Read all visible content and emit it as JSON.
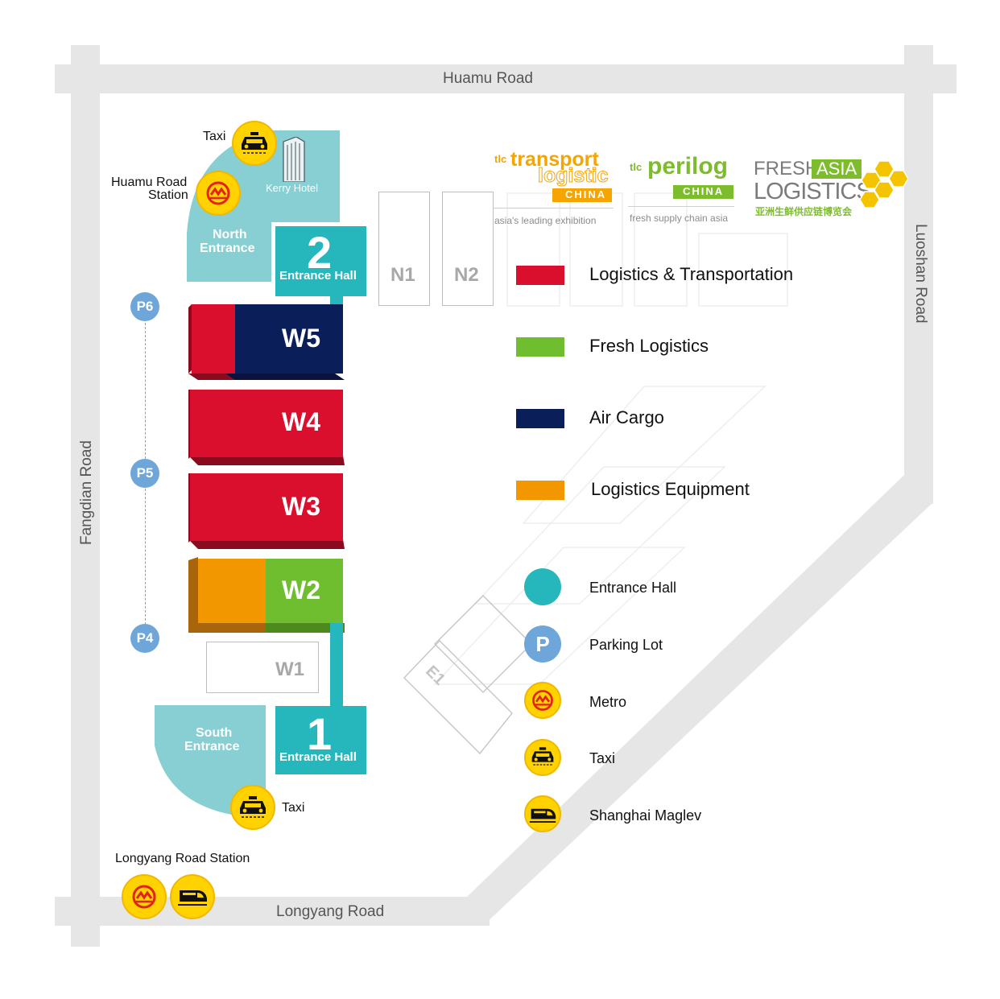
{
  "roads": {
    "north": "Huamu Road",
    "west": "Fangdian Road",
    "east": "Luoshan Road",
    "south": "Longyang Road"
  },
  "north_area": {
    "taxi_label": "Taxi",
    "metro_label_line1": "Huamu Road",
    "metro_label_line2": "Station",
    "hotel_label": "Kerry Hotel",
    "entrance_line1": "North",
    "entrance_line2": "Entrance"
  },
  "entrance_halls": [
    {
      "number": "2",
      "label": "Entrance Hall"
    },
    {
      "number": "1",
      "label": "Entrance Hall"
    }
  ],
  "south_area": {
    "entrance_line1": "South",
    "entrance_line2": "Entrance",
    "taxi_label": "Taxi",
    "station_label": "Longyang Road Station"
  },
  "halls": {
    "w5": "W5",
    "w4": "W4",
    "w3": "W3",
    "w2": "W2",
    "w1": "W1",
    "n1": "N1",
    "n2": "N2",
    "e1": "E1"
  },
  "parking": [
    "P6",
    "P5",
    "P4"
  ],
  "logos": {
    "transport_prefix": "tlc",
    "transport_word1": "transport",
    "transport_word2": "logistic",
    "transport_china": "CHINA",
    "transport_sub": "asia's leading exhibition",
    "perilog_prefix": "tlc",
    "perilog_word": "perilog",
    "perilog_china": "CHINA",
    "perilog_sub": "fresh supply chain asia",
    "fresh_word1": "FRESH",
    "fresh_word2": "ASIA",
    "fresh_word3": "LOGISTICS",
    "fresh_cn": "亚洲生鲜供应链博览会"
  },
  "legend": {
    "categories": [
      {
        "label": "Logistics & Transportation",
        "color": "#d90f2d"
      },
      {
        "label": "Fresh Logistics",
        "color": "#6fbe30"
      },
      {
        "label": "Air Cargo",
        "color": "#0a1e5a"
      },
      {
        "label": "Logistics Equipment",
        "color": "#f39700"
      }
    ],
    "symbols": [
      {
        "label": "Entrance Hall",
        "icon": "teal-circle-icon"
      },
      {
        "label": "Parking Lot",
        "icon": "parking-icon",
        "glyph": "P"
      },
      {
        "label": "Metro",
        "icon": "metro-icon"
      },
      {
        "label": "Taxi",
        "icon": "taxi-icon"
      },
      {
        "label": "Shanghai Maglev",
        "icon": "maglev-icon"
      }
    ]
  },
  "colors": {
    "logistics_transport": "#d90f2d",
    "fresh_logistics": "#6fbe30",
    "air_cargo": "#0a1e5a",
    "logistics_equipment": "#f39700",
    "entrance_hall": "#26b7bc",
    "entrance_area": "#87cfd3",
    "parking": "#6ea6d9",
    "icon_yellow": "#ffd200"
  }
}
